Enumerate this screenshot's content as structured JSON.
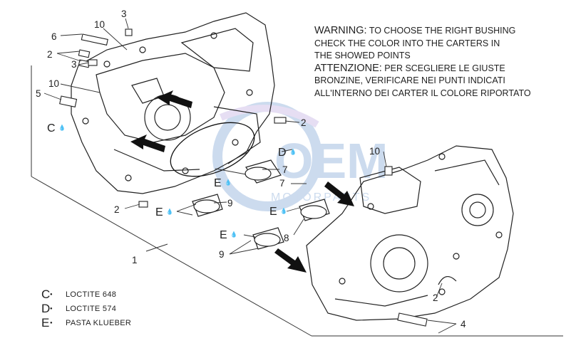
{
  "warning": {
    "line1_bold": "WARNING:",
    "line1_rest": " TO CHOOSE THE RIGHT BUSHING",
    "line2": "CHECK THE COLOR INTO THE CARTERS IN",
    "line3": "THE SHOWED POINTS",
    "line4_bold": "ATTENZIONE:",
    "line4_rest": " PER SCEGLIERE LE GIUSTE",
    "line5": "BRONZINE, VERIFICARE NEI PUNTI INDICATI",
    "line6": "ALL'INTERNO DEI CARTER IL COLORE RIPORTATO"
  },
  "legend": [
    {
      "code": "C",
      "text": "LOCTITE 648"
    },
    {
      "code": "D",
      "text": "LOCTITE 574"
    },
    {
      "code": "E",
      "text": "PASTA KLUEBER"
    }
  ],
  "callouts": {
    "n1": "1",
    "n2": "2",
    "n3": "3",
    "n4": "4",
    "n5": "5",
    "n6": "6",
    "n7": "7",
    "n8": "8",
    "n9": "9",
    "n10": "10"
  },
  "codes": {
    "c": "C",
    "d": "D",
    "e": "E"
  },
  "watermark": {
    "logo": "OEM",
    "sub": "MOTORPARTS"
  },
  "colors": {
    "line": "#333333",
    "watermark": "#8fb0da",
    "arrow": "#111111"
  }
}
